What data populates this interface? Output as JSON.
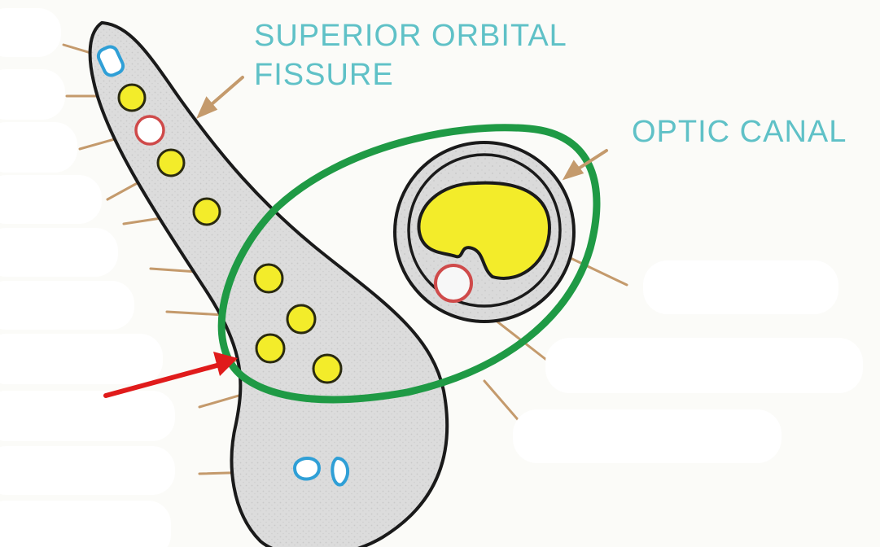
{
  "labels": {
    "superior_orbital_line1": "SUPERIOR ORBITAL",
    "superior_orbital_line2": "FISSURE",
    "optic_canal": "OPTIC CANAL"
  },
  "colors": {
    "background": "#fbfbf8",
    "fissure_fill": "#dcdcdc",
    "outline": "#1a1a1a",
    "ring": "#1f9a45",
    "nerve_fill": "#f3ec2a",
    "nerve_stroke": "#2a2a10",
    "artery": "#cf4a4a",
    "vein": "#2f9fd6",
    "leader": "#c49a6c",
    "label_text": "#5fc1c7",
    "pointer_arrow": "#e01b1b"
  },
  "icons": {
    "pointer": "red-arrow-icon"
  }
}
